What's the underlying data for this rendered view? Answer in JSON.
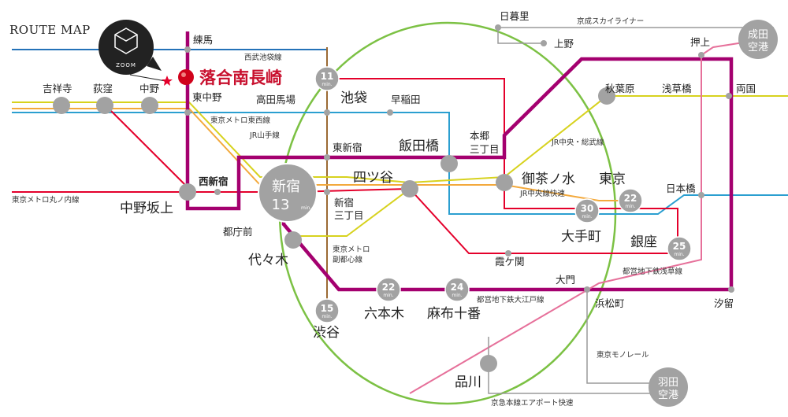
{
  "title": "ROUTE MAP",
  "logo": "ZOOM",
  "home": "落合南長崎",
  "hub": {
    "name": "新宿",
    "time": "13",
    "unit": "min."
  },
  "stations": {
    "nerima": "練馬",
    "kichijoji": "吉祥寺",
    "ogikubo": "荻窪",
    "nakano": "中野",
    "higashinakano": "東中野",
    "takadanobaba": "高田馬場",
    "ikebukuro": "池袋",
    "waseda": "早稲田",
    "nippori": "日暮里",
    "ueno": "上野",
    "oshiage": "押上",
    "akihabara": "秋葉原",
    "asakusabashi": "浅草橋",
    "ryogoku": "両国",
    "higashishinjuku": "東新宿",
    "iidabashi": "飯田橋",
    "hongo": "本郷",
    "hongo2": "三丁目",
    "ochanomizu": "御茶ノ水",
    "tokyo": "東京",
    "nihonbashi": "日本橋",
    "nishishinjuku": "西新宿",
    "yotsuya": "四ツ谷",
    "nakanosakaue": "中野坂上",
    "shinjuku3a": "新宿",
    "shinjuku3b": "三丁目",
    "tochomae": "都庁前",
    "otemachi": "大手町",
    "ginza": "銀座",
    "yoyogi": "代々木",
    "kasumigaseki": "霞ケ関",
    "daimon": "大門",
    "hamamatsucho": "浜松町",
    "shiodome": "汐留",
    "roppongi": "六本木",
    "azabujuban": "麻布十番",
    "shibuya": "渋谷",
    "shinagawa": "品川"
  },
  "times": {
    "ikebukuro": "11",
    "tokyo": "22",
    "otemachi": "30",
    "ginza": "25",
    "roppongi": "22",
    "azabujuban": "24",
    "shibuya": "15",
    "unit": "min."
  },
  "airports": {
    "narita1": "成田",
    "narita2": "空港",
    "haneda1": "羽田",
    "haneda2": "空港"
  },
  "lines": {
    "seibu": "西武池袋線",
    "tozai": "東京メトロ東西線",
    "yamanote": "JR山手線",
    "marunouchi": "東京メトロ丸ノ内線",
    "skyliner": "京成スカイライナー",
    "sobu": "JR中央・総武線",
    "chuorapid": "JR中央線快速",
    "fukutoshin1": "東京メトロ",
    "fukutoshin2": "副都心線",
    "oedo": "都営地下鉄大江戸線",
    "asakusa": "都営地下鉄浅草線",
    "monorail": "東京モノレール",
    "keikyu": "京急本線エアポート快速"
  },
  "colors": {
    "oedo": "#a4006f",
    "yamanote": "#7cc144",
    "marunouchi": "#e4002b",
    "tozai": "#2b9fd0",
    "seibu": "#2472b8",
    "chuo": "#f3a93c",
    "sobu": "#d7d21e",
    "fukutoshin": "#9b6a34",
    "asakusa": "#e6709a",
    "monorail": "#9a9a9a",
    "station": "#a2a2a2"
  }
}
